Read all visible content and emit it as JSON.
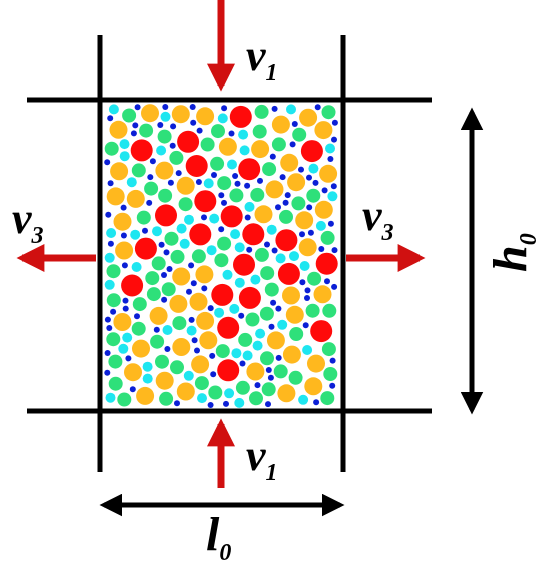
{
  "labels": {
    "v_top": "v",
    "v_top_sub": "1",
    "v_bottom": "v",
    "v_bottom_sub": "1",
    "v_left": "v",
    "v_left_sub": "3",
    "v_right": "v",
    "v_right_sub": "3",
    "height": "h",
    "height_sub": "0",
    "length": "l",
    "length_sub": "0"
  },
  "colors": {
    "arrow_red": "#d01010",
    "frame": "#000000",
    "particle_red": "#ff0a0a",
    "particle_orange": "#ffb81e",
    "particle_green": "#2ee07a",
    "particle_cyan": "#1ee6f0",
    "particle_blue": "#0b1fd6"
  },
  "particle_types": [
    "red-large",
    "orange-medium",
    "green-medium",
    "cyan-small",
    "blue-tiny"
  ]
}
